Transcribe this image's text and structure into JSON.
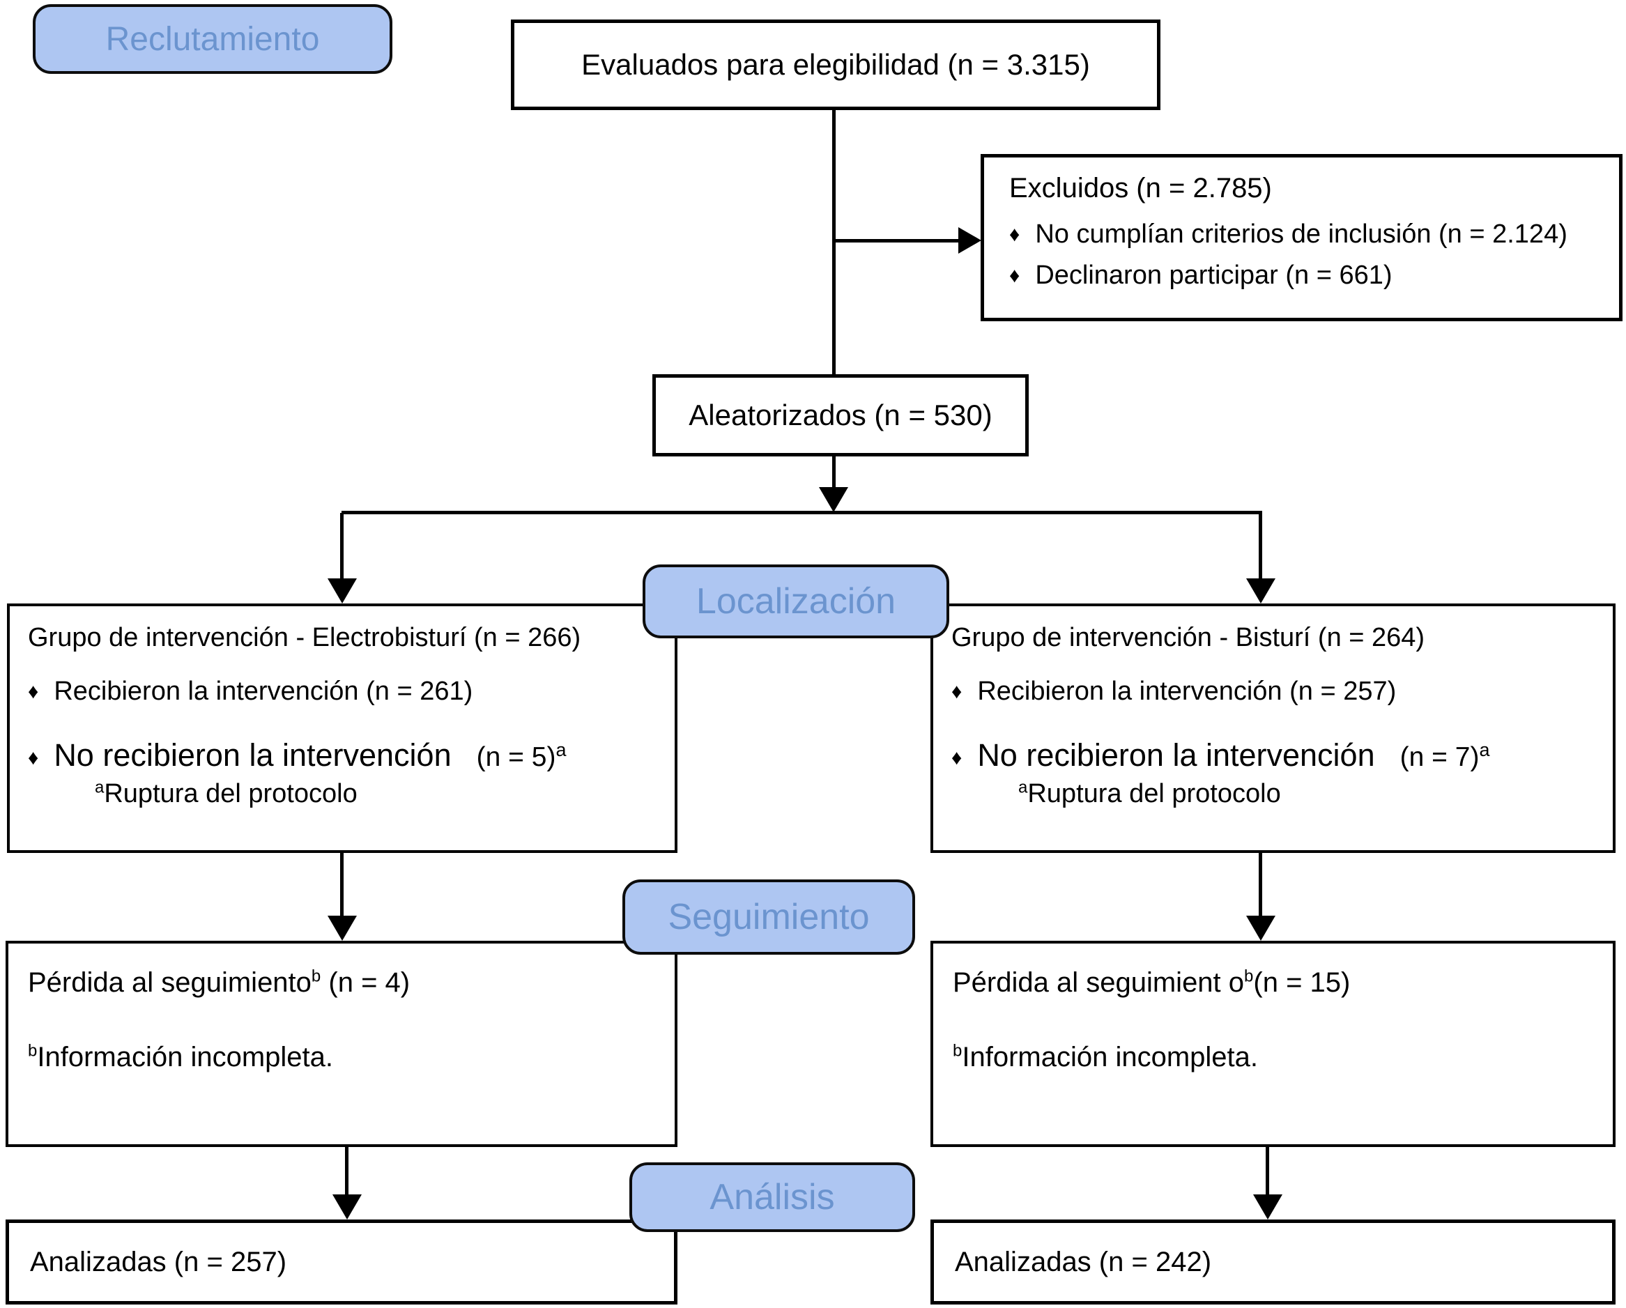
{
  "colors": {
    "stage_fill": "#AEC6F2",
    "stage_text": "#6B94CF",
    "line_color": "#000000",
    "box_border": "#000000",
    "background": "#FFFFFF"
  },
  "icons": {
    "diamond_bullet": "♦"
  },
  "stages": {
    "recruitment": "Reclutamiento",
    "localization": "Localización",
    "follow_up": "Seguimiento",
    "analysis": "Análisis"
  },
  "eligibility_box": {
    "text": "Evaluados para elegibilidad (n = 3.315)"
  },
  "excluded_box": {
    "title": "Excluidos (n = 2.785)",
    "bullets": [
      "No cumplían criterios de inclusión (n = 2.124)",
      "Declinaron participar (n = 661)"
    ]
  },
  "randomized_box": {
    "text": "Aleatorizados (n = 530)"
  },
  "electro_group_box": {
    "title": "Grupo de intervención - Electrobisturí (n = 266)",
    "received": "Recibieron la intervención (n = 261)",
    "not_received": "No recibieron la intervención",
    "not_received_n": "(n = 5)",
    "not_received_sup": "a",
    "footnote_sup": "a",
    "footnote": "Ruptura del protocolo"
  },
  "scalpel_group_box": {
    "title": "Grupo de intervención - Bisturí (n = 264)",
    "received": "Recibieron la intervención (n = 257)",
    "not_received": "No recibieron la intervención",
    "not_received_n": "(n = 7)",
    "not_received_sup": "a",
    "footnote_sup": "a",
    "footnote": "Ruptura del protocolo"
  },
  "followup_left_box": {
    "line_main": "Pérdida al seguimiento",
    "line_sup": "b",
    "line_tail": " (n = 4)",
    "footnote_sup": "b",
    "footnote": "Información incompleta."
  },
  "followup_right_box": {
    "line_main": "Pérdida al seguimient o",
    "line_sup": "b",
    "line_tail": "(n = 15)",
    "footnote_sup": "b",
    "footnote": "Información incompleta."
  },
  "analysis_left_box": {
    "text": "Analizadas (n = 257)"
  },
  "analysis_right_box": {
    "text": "Analizadas (n = 242)"
  }
}
